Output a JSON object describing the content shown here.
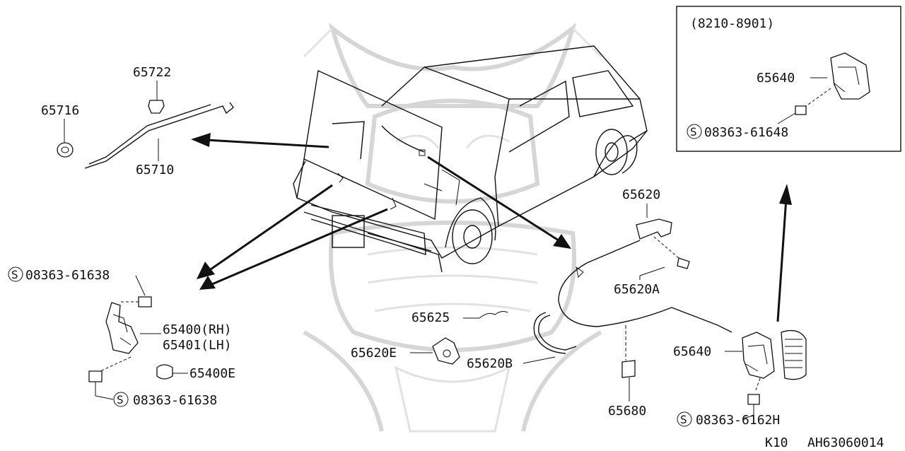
{
  "inset_range": "(8210-8901)",
  "labels": {
    "p65722": "65722",
    "p65716": "65716",
    "p65710": "65710",
    "p65620": "65620",
    "p65620A": "65620A",
    "p65625": "65625",
    "p65620E": "65620E",
    "p65620B": "65620B",
    "p65680": "65680",
    "p65640_inset": "65640",
    "p65640_main": "65640",
    "p65400": "65400(RH)",
    "p65401": "65401(LH)",
    "p65400E": "65400E",
    "bolt_inset": "08363-61648",
    "bolt_upper_left": "08363-61638",
    "bolt_lower_left": "08363-61638",
    "bolt_right": "08363-6162H",
    "screw_symbol": "S"
  },
  "footer": {
    "model": "K10",
    "diagram_code": "AH63060014"
  }
}
